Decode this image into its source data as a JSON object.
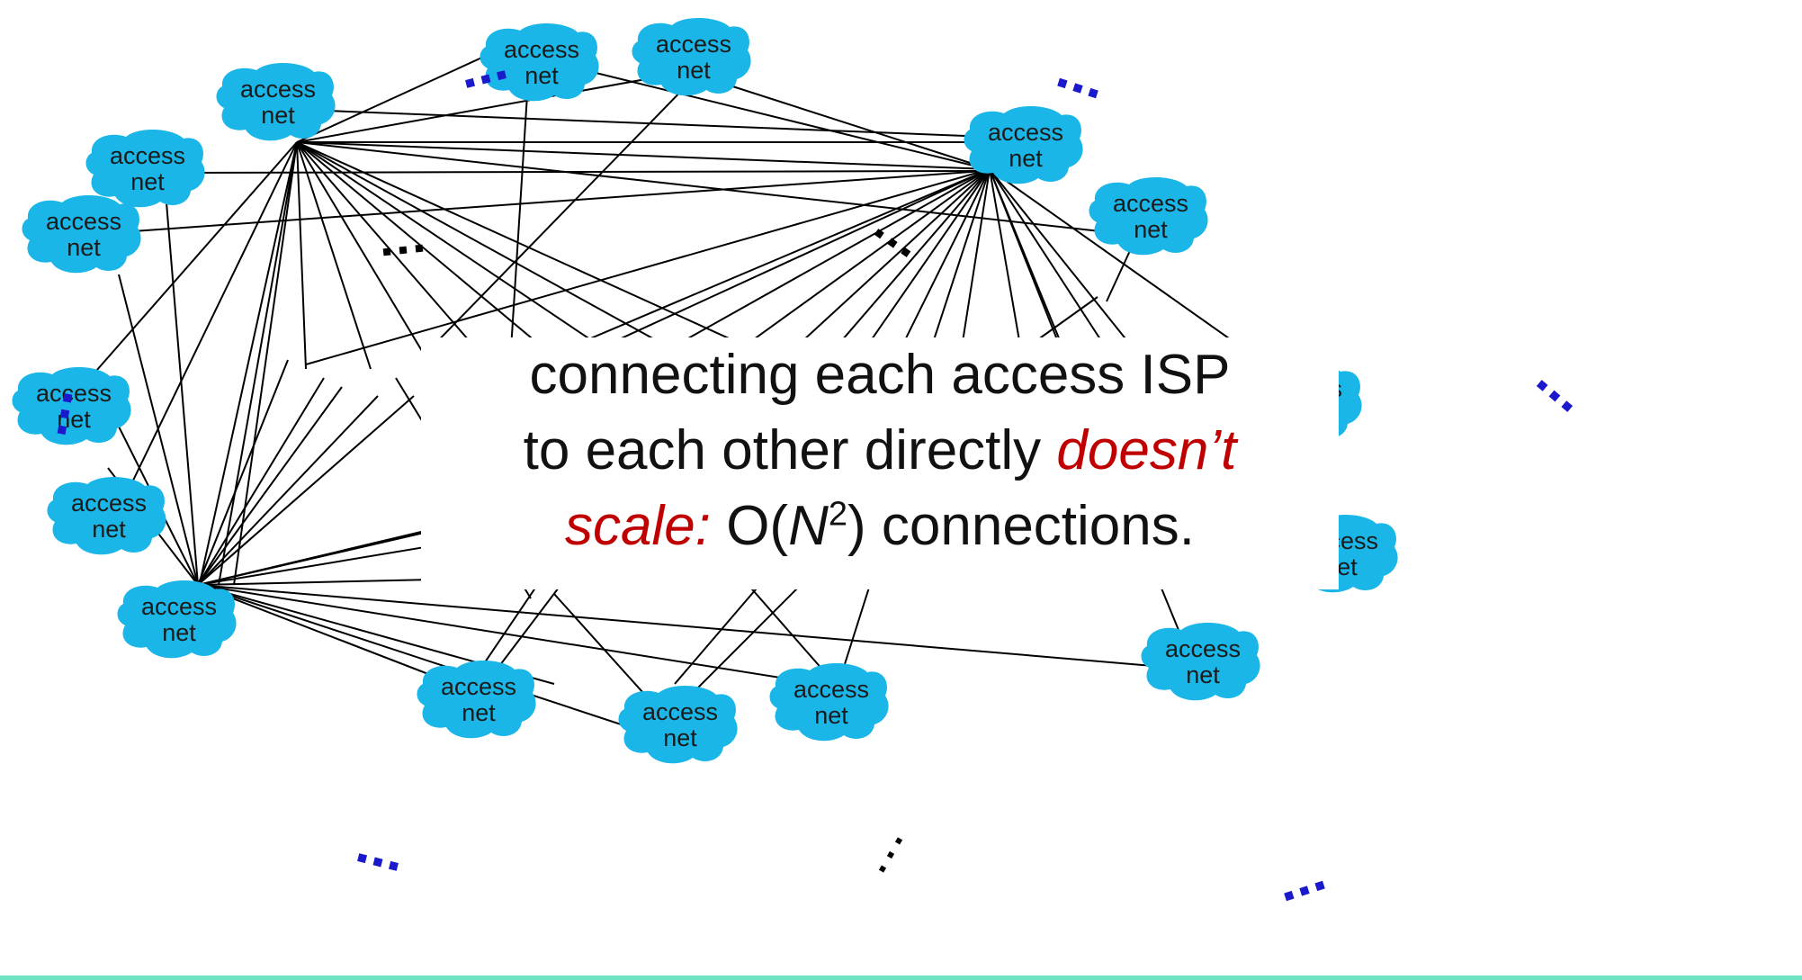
{
  "caption": {
    "line1": "connecting each access ISP",
    "line2_plain": "to each other directly ",
    "line2_em": "doesn’t",
    "line3_em": "scale:",
    "line3_plain_a": " O(",
    "line3_var": "N",
    "line3_sup": "2",
    "line3_plain_b": ") connections."
  },
  "node_label_top": "access",
  "node_label_bottom": "net",
  "ellipsis": "...",
  "colors": {
    "cloud_fill": "#1ab6e8",
    "link": "#000000",
    "ellipsis_blue": "#1a1acc",
    "ellipsis_black": "#000000",
    "emphasis": "#c00000",
    "footer_bar": "#6fe3c3"
  }
}
